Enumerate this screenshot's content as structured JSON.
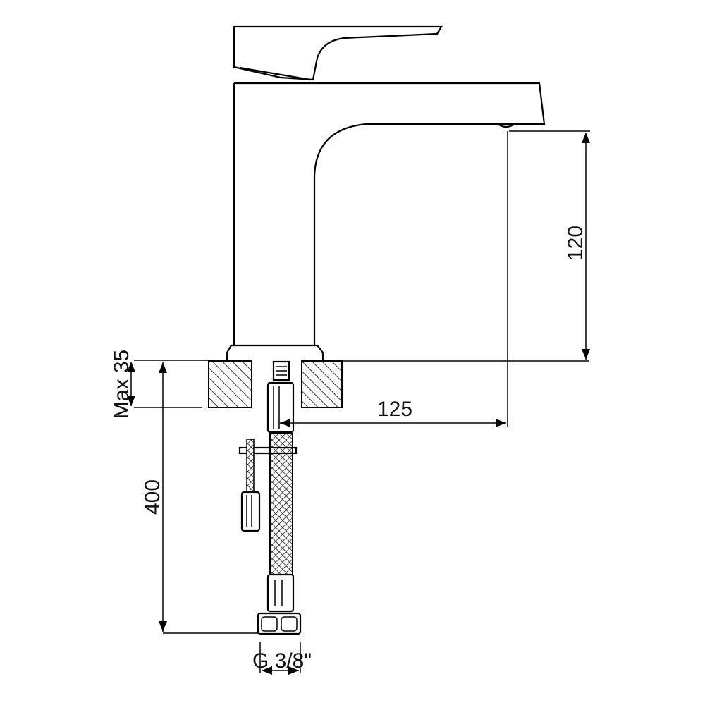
{
  "dimensions": {
    "spout_height": "120",
    "spout_reach": "125",
    "max_deck_thickness": "Max 35",
    "hose_length": "400",
    "connection_thread": "G 3/8\""
  },
  "colors": {
    "line": "#000000",
    "background": "#ffffff"
  }
}
